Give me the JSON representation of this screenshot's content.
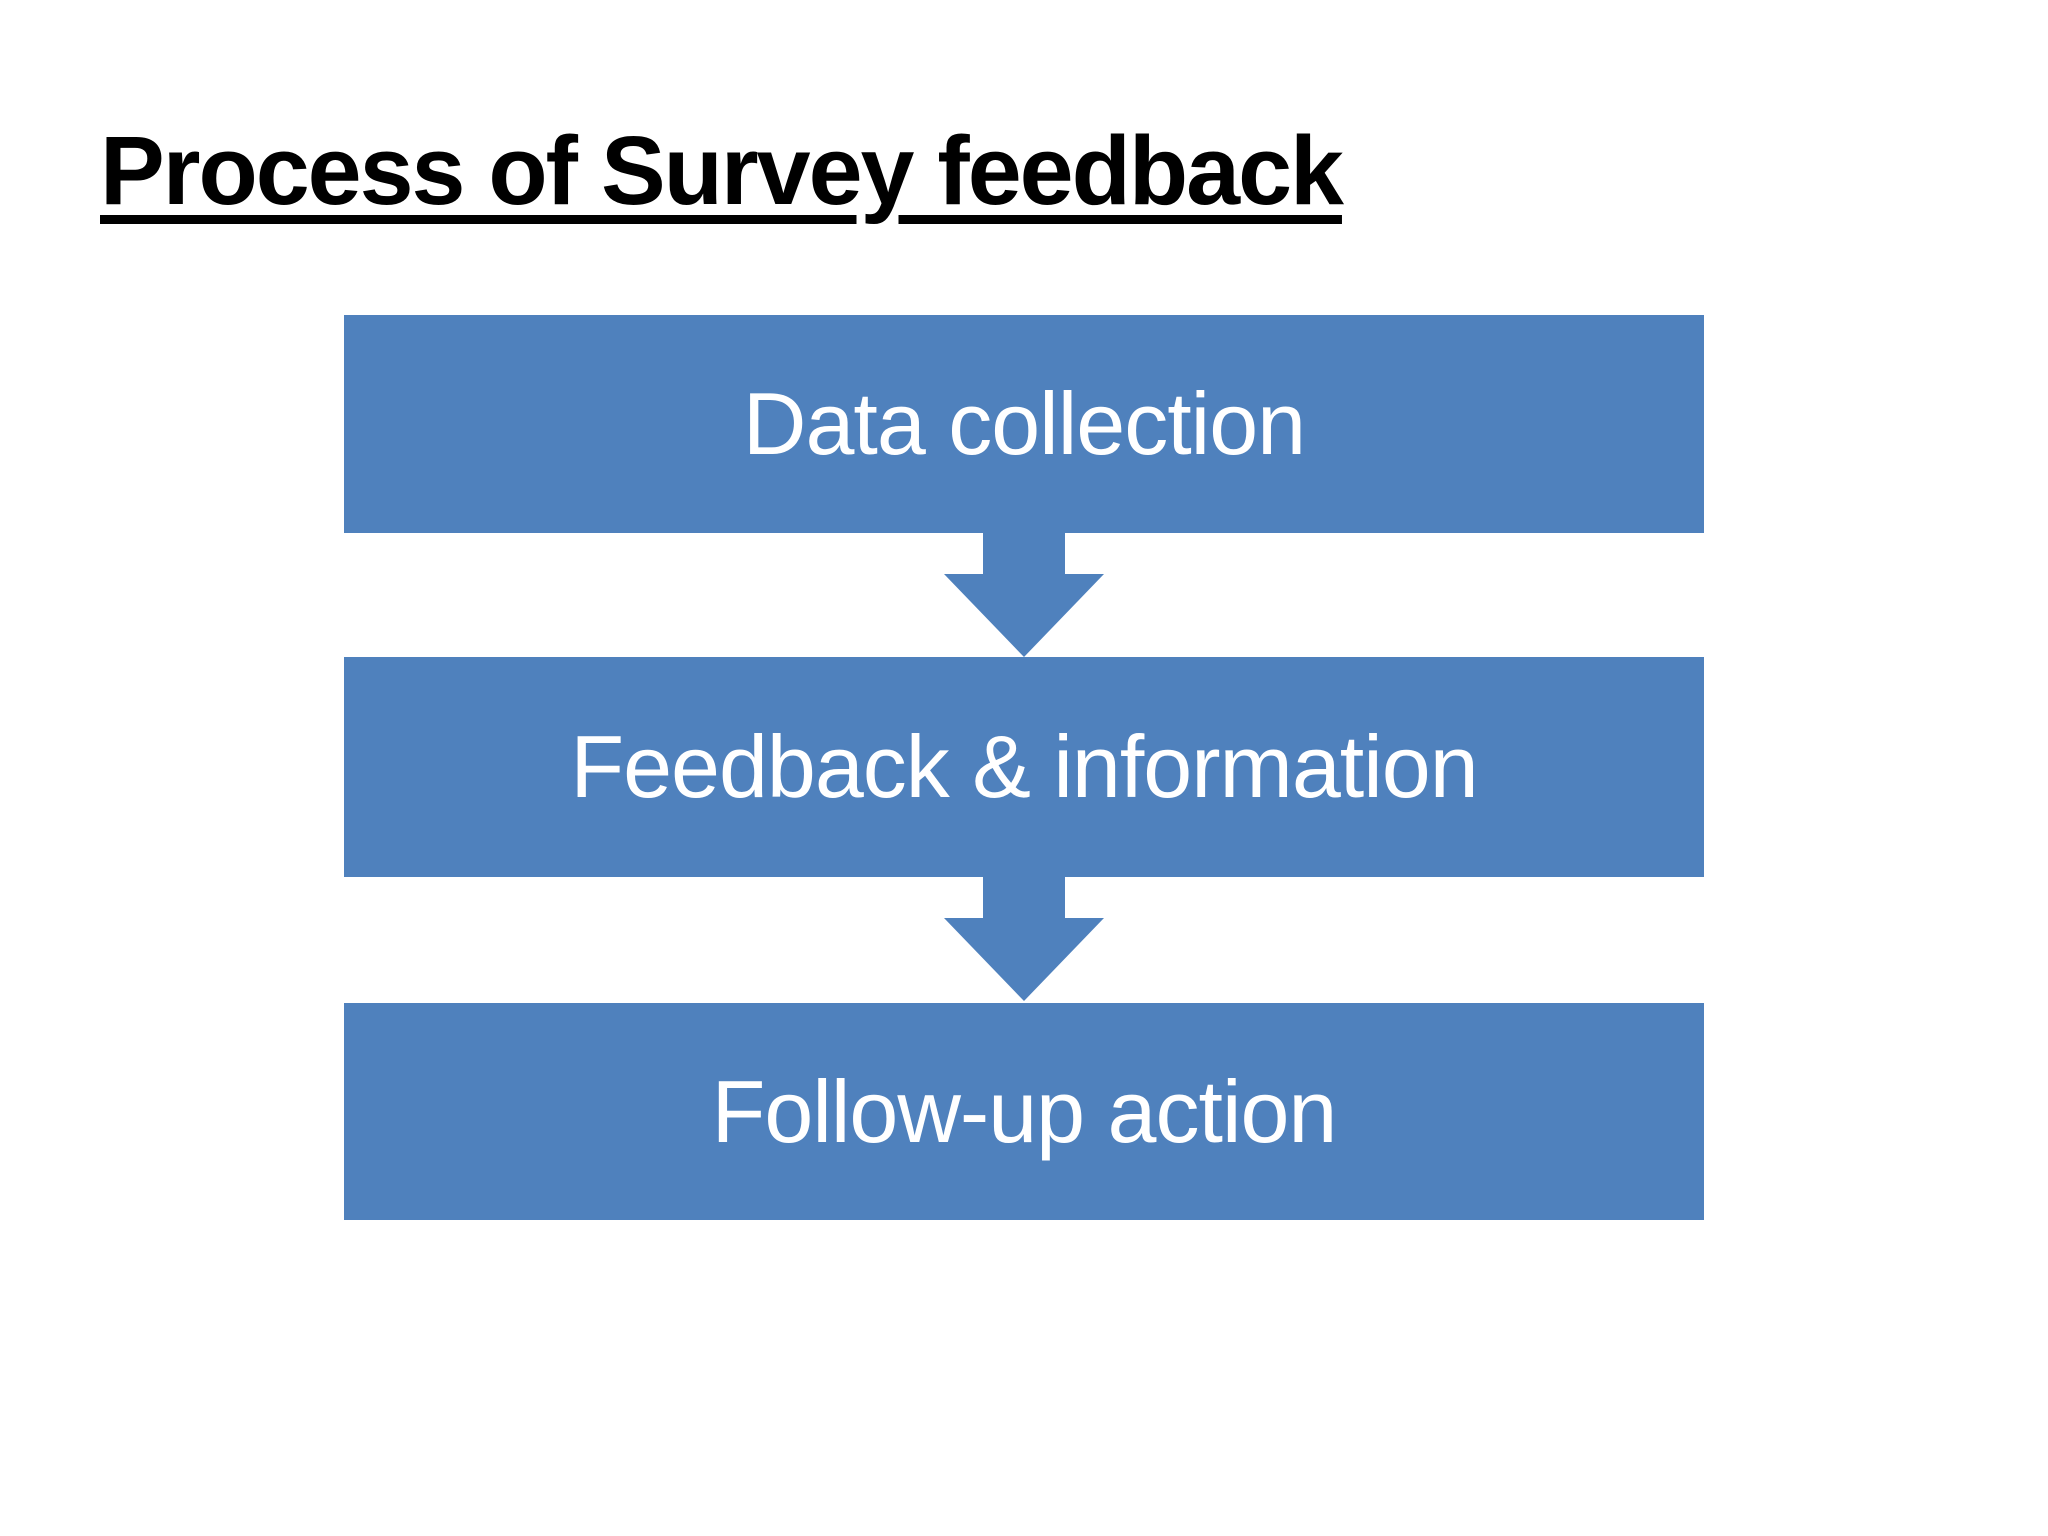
{
  "slide": {
    "title": "Process of Survey feedback",
    "steps": [
      {
        "label": "Data collection"
      },
      {
        "label": "Feedback & information"
      },
      {
        "label": "Follow-up action"
      }
    ],
    "connectors": [
      {
        "icon": "down-arrow-icon"
      },
      {
        "icon": "down-arrow-icon"
      }
    ],
    "colors": {
      "accent_blue": "#4F81BD",
      "box_text": "#FFFFFF",
      "title_text": "#000000",
      "background": "#FFFFFF"
    }
  }
}
